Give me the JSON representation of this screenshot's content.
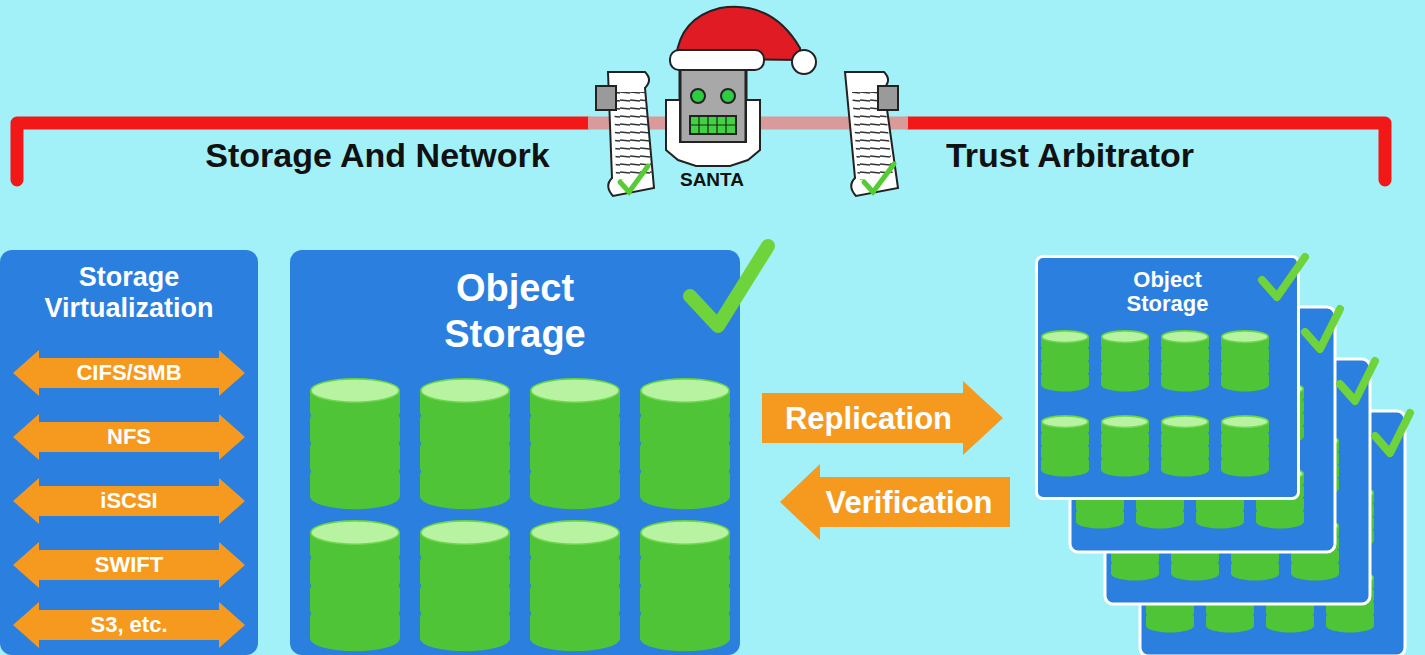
{
  "diagram": {
    "nodes": [
      {
        "text": [
          "Storage Virtualization"
        ]
      },
      {
        "text": [
          "CIFS/SMB"
        ],
        "in": 0
      },
      {
        "text": [
          "NFS"
        ],
        "in": 0
      },
      {
        "text": [
          "iSCSI"
        ],
        "in": 0
      },
      {
        "text": [
          "SWIFT"
        ],
        "in": 0
      },
      {
        "text": [
          "S3, etc."
        ],
        "in": 0
      },
      {
        "text": [
          "Object Storage"
        ]
      },
      {
        "text": [
          "Object Storage"
        ]
      }
    ],
    "edges": [
      {
        "from": 6,
        "to": 7,
        "label": "Replication",
        "arrow": "to"
      },
      {
        "from": 7,
        "to": 6,
        "label": "Verification",
        "arrow": "to"
      }
    ],
    "labels": [
      "Storage And Network",
      "Trust Arbitrator",
      "SANTA"
    ]
  }
}
